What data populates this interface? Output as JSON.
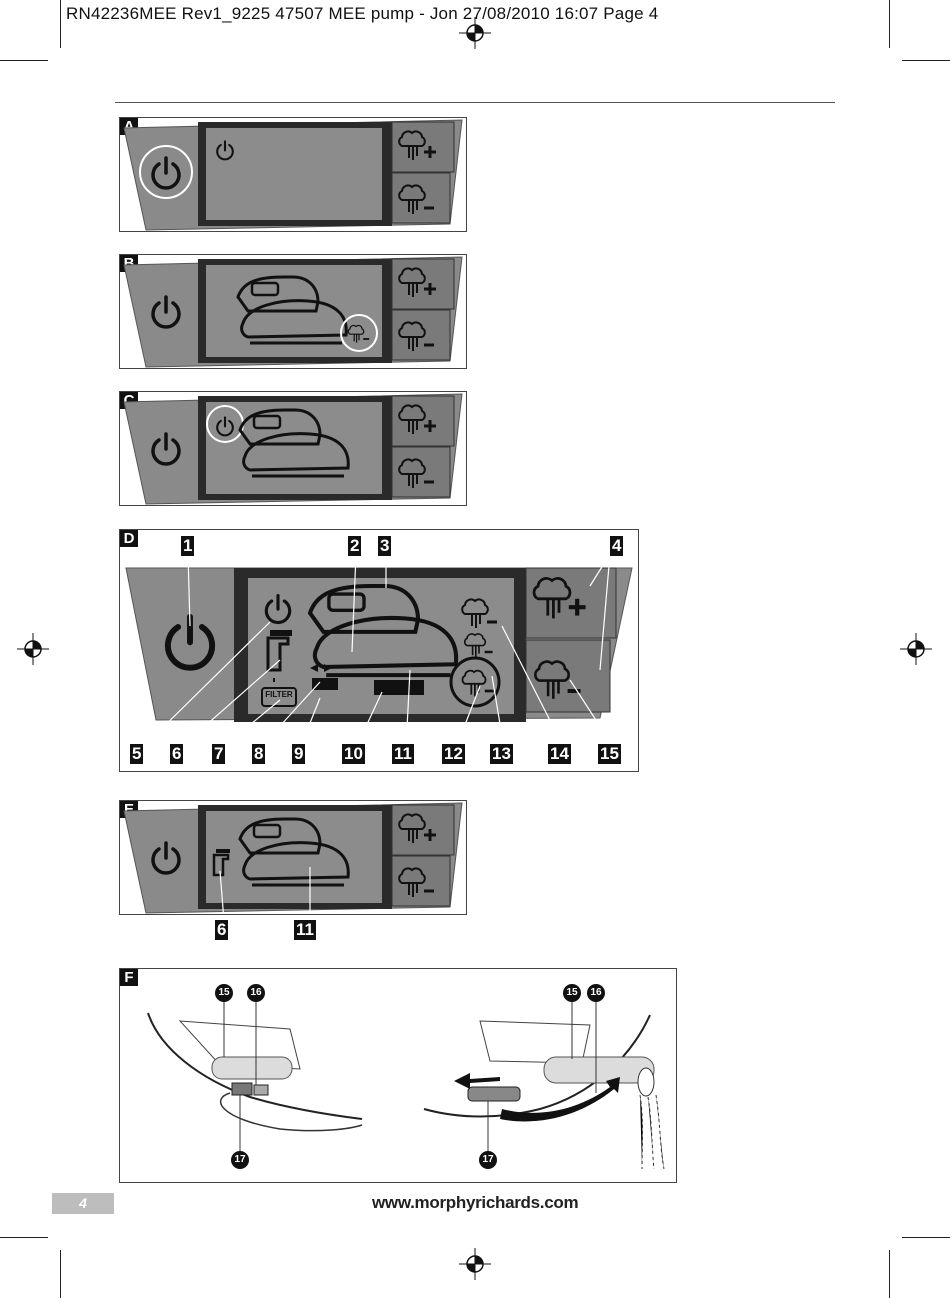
{
  "header": {
    "text": "RN42236MEE Rev1_9225 47507 MEE pump - Jon  27/08/2010  16:07  Page 4"
  },
  "panels": {
    "a": {
      "letter": "A"
    },
    "b": {
      "letter": "B"
    },
    "c": {
      "letter": "C"
    },
    "d": {
      "letter": "D",
      "callouts": [
        "1",
        "2",
        "3",
        "4",
        "5",
        "6",
        "7",
        "8",
        "9",
        "10",
        "11",
        "12",
        "13",
        "14",
        "15"
      ],
      "filter_label": "FILTER"
    },
    "e": {
      "letter": "E",
      "callouts": [
        "6",
        "11"
      ]
    },
    "f": {
      "letter": "F",
      "callouts": [
        "15",
        "16",
        "17",
        "15",
        "16",
        "17"
      ]
    }
  },
  "footer": {
    "page_number": "4",
    "website": "www.morphyrichards.com"
  }
}
